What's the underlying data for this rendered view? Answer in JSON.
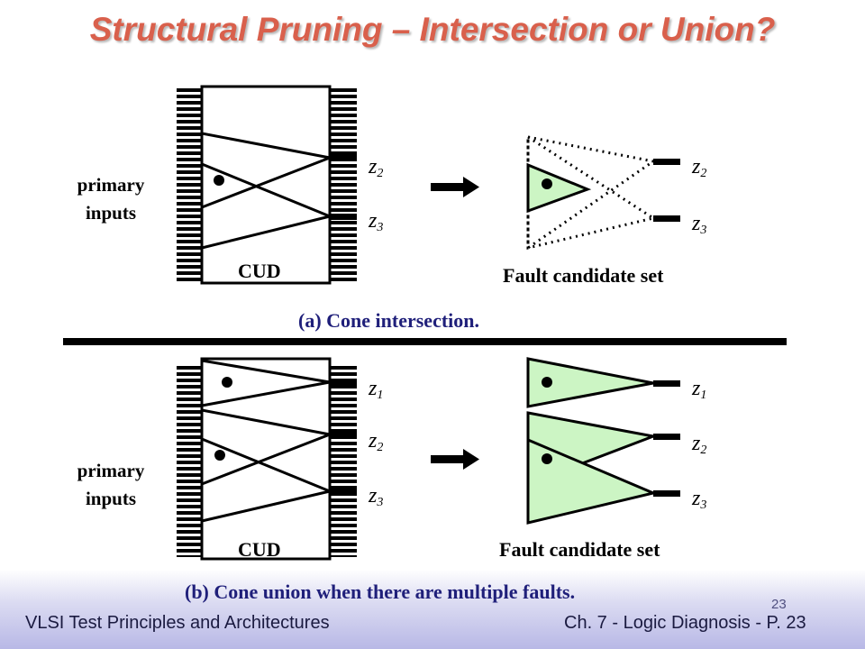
{
  "slide": {
    "title": "Structural Pruning – Intersection or Union?",
    "page_number": "23"
  },
  "part_a": {
    "side_label_1": "primary",
    "side_label_2": "inputs",
    "cud_label": "CUD",
    "outputs": [
      "z",
      "z"
    ],
    "output_subs": [
      "2",
      "3"
    ],
    "result_outputs": [
      "z",
      "z"
    ],
    "result_output_subs": [
      "2",
      "3"
    ],
    "result_label": "Fault candidate set",
    "caption": "(a) Cone intersection."
  },
  "part_b": {
    "side_label_1": "primary",
    "side_label_2": "inputs",
    "cud_label": "CUD",
    "outputs": [
      "z",
      "z",
      "z"
    ],
    "output_subs": [
      "1",
      "2",
      "3"
    ],
    "result_outputs": [
      "z",
      "z",
      "z"
    ],
    "result_output_subs": [
      "1",
      "2",
      "3"
    ],
    "result_label": "Fault candidate set",
    "caption": "(b) Cone union when there are multiple faults."
  },
  "footer": {
    "left": "VLSI Test Principles and Architectures",
    "right": "Ch. 7 - Logic Diagnosis - P. 23"
  },
  "colors": {
    "title": "#d9604c",
    "cone_fill": "#ccf5c4",
    "caption": "#1f1f7a",
    "footer_gradient": "#b8b8e6"
  }
}
